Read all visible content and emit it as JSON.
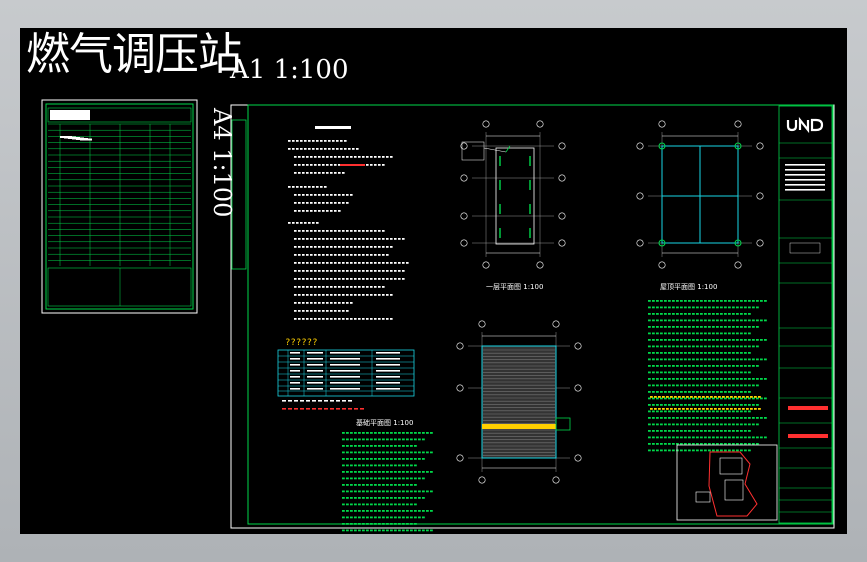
{
  "title": "燃气调压站",
  "scale_a1": "A1  1:100",
  "scale_a4": "A4  1:100",
  "table_title": "??????",
  "logo_text": "UND",
  "plan_labels": {
    "plan1": "一层平面图",
    "plan2": "屋顶平面图",
    "plan3": "基础平面图",
    "scale": "1:100"
  },
  "colors": {
    "background": "#000000",
    "line_white": "#ffffff",
    "line_green": "#00d84a",
    "line_cyan": "#19d6e6",
    "text_red": "#ff3030"
  }
}
